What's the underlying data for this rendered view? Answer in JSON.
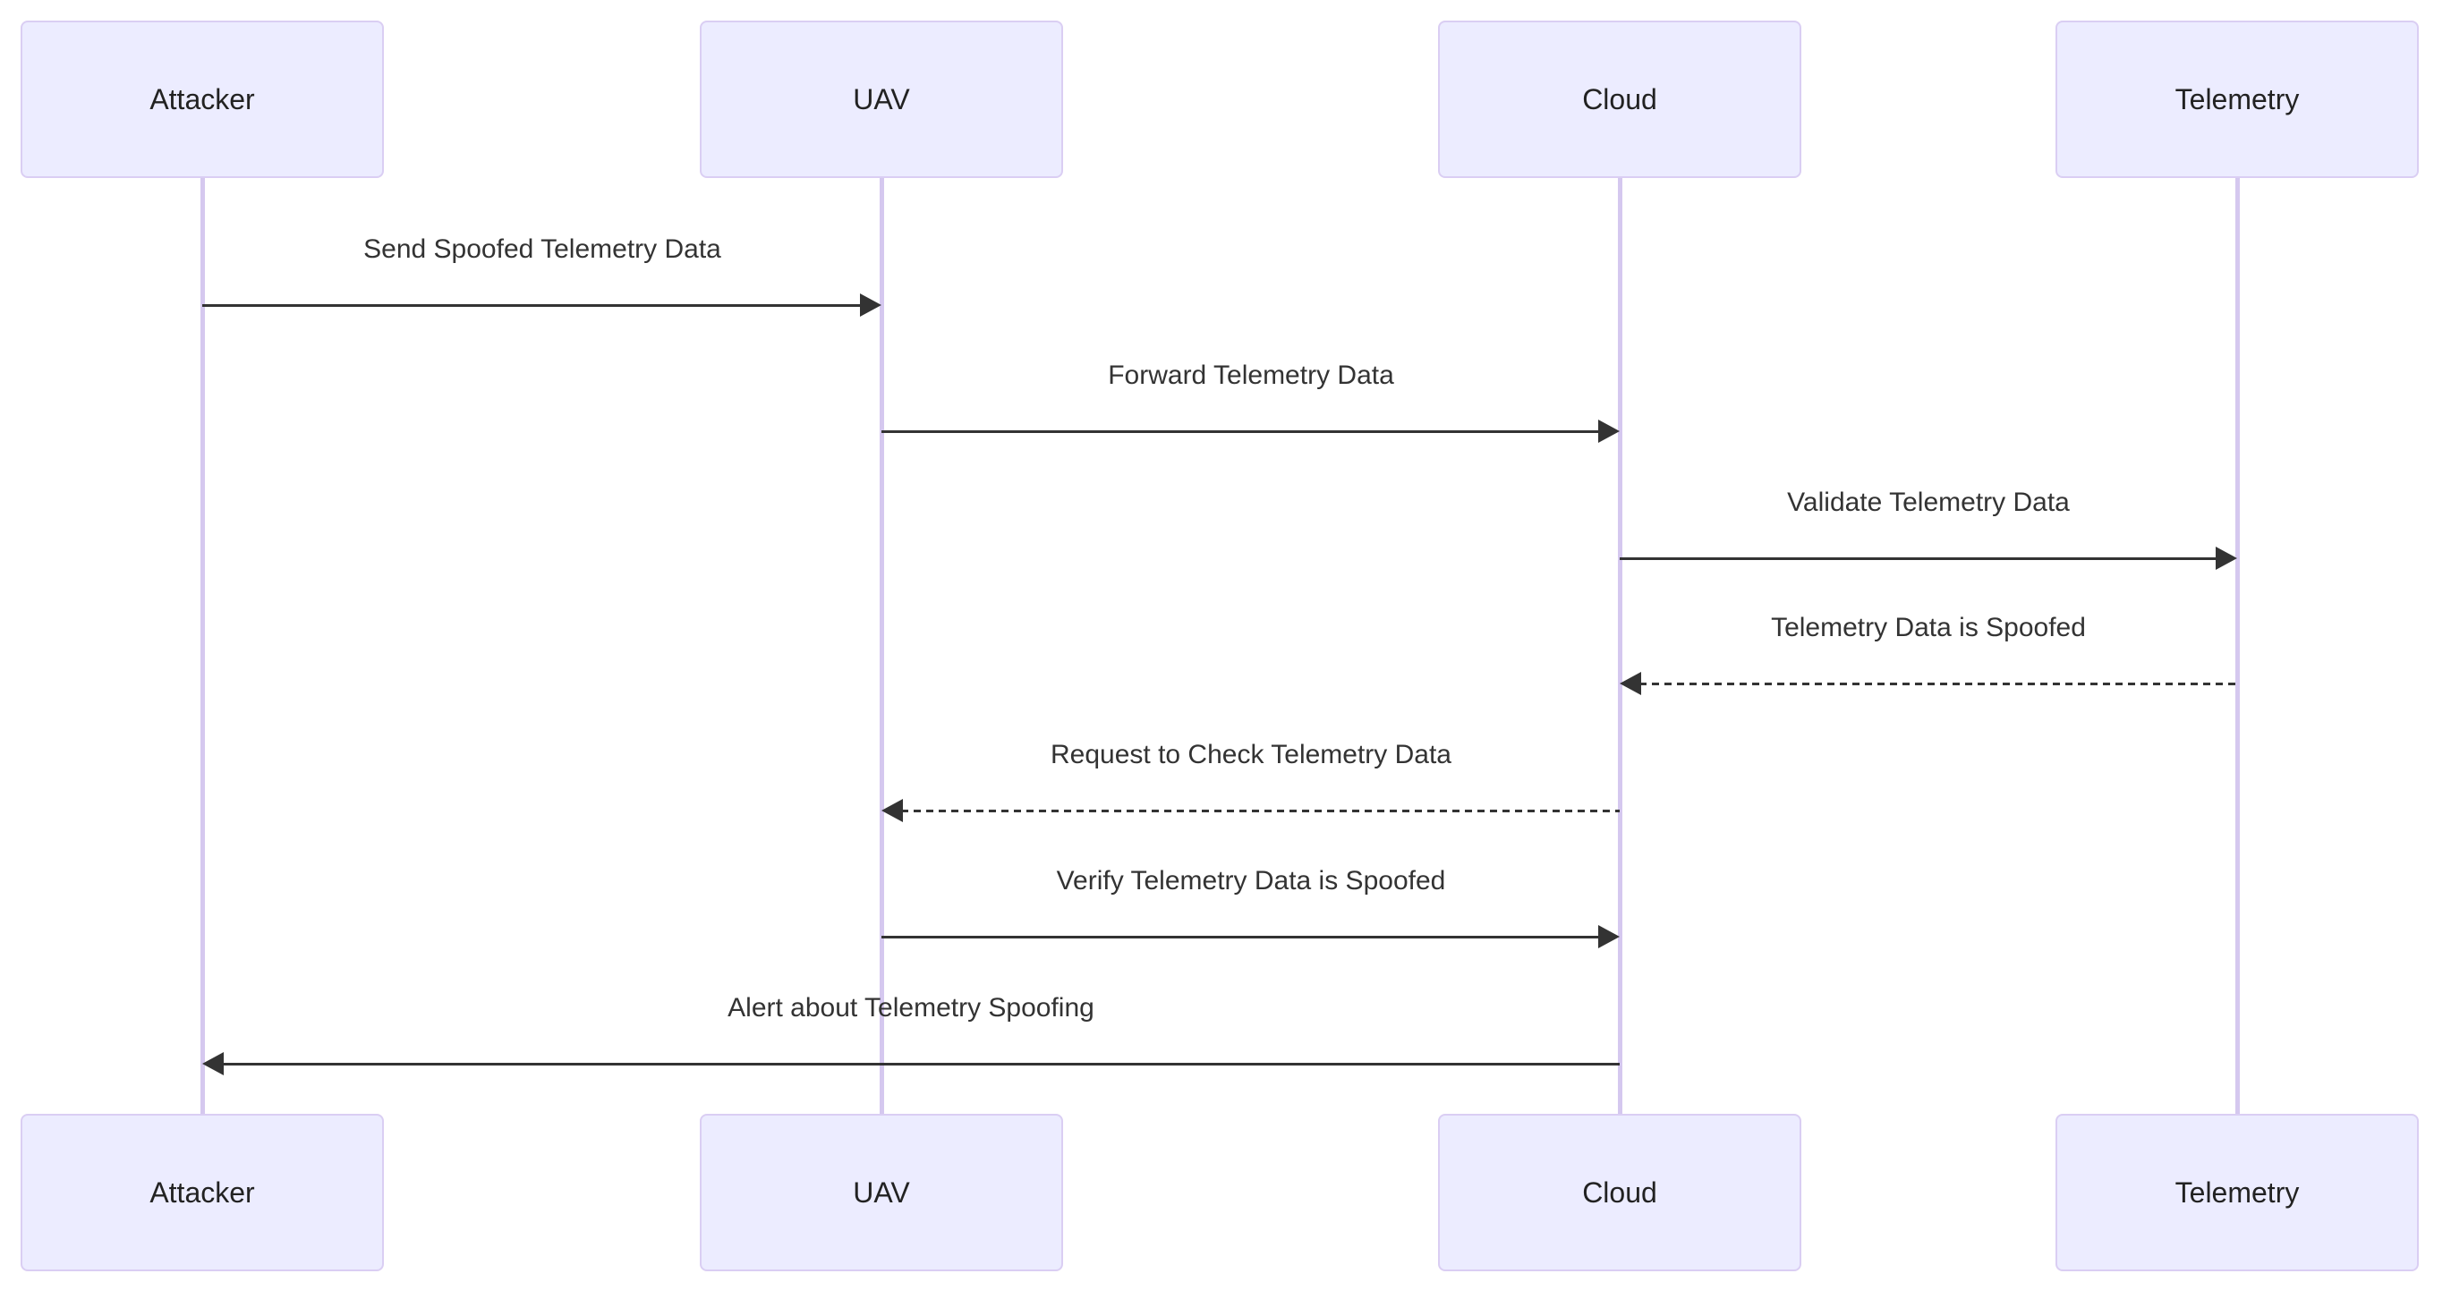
{
  "diagram": {
    "type": "sequence-diagram",
    "background": "#ffffff",
    "colors": {
      "actor_fill": "#ECECFF",
      "actor_border": "#DACEF3",
      "actor_text": "#222222",
      "lifeline": "#D5C8EF",
      "message_line": "#333333",
      "message_text": "#333333"
    },
    "actors": [
      {
        "name": "Attacker"
      },
      {
        "name": "UAV"
      },
      {
        "name": "Cloud"
      },
      {
        "name": "Telemetry"
      }
    ],
    "messages": [
      {
        "from": "Attacker",
        "to": "UAV",
        "label": "Send Spoofed Telemetry Data",
        "style": "solid",
        "direction": "right"
      },
      {
        "from": "UAV",
        "to": "Cloud",
        "label": "Forward Telemetry Data",
        "style": "solid",
        "direction": "right"
      },
      {
        "from": "Cloud",
        "to": "Telemetry",
        "label": "Validate Telemetry Data",
        "style": "solid",
        "direction": "right"
      },
      {
        "from": "Telemetry",
        "to": "Cloud",
        "label": "Telemetry Data is Spoofed",
        "style": "dashed",
        "direction": "left"
      },
      {
        "from": "Cloud",
        "to": "UAV",
        "label": "Request to Check Telemetry Data",
        "style": "dashed",
        "direction": "left"
      },
      {
        "from": "UAV",
        "to": "Cloud",
        "label": "Verify Telemetry Data is Spoofed",
        "style": "solid",
        "direction": "right"
      },
      {
        "from": "Cloud",
        "to": "Attacker",
        "label": "Alert about Telemetry Spoofing",
        "style": "solid",
        "direction": "left"
      }
    ]
  }
}
